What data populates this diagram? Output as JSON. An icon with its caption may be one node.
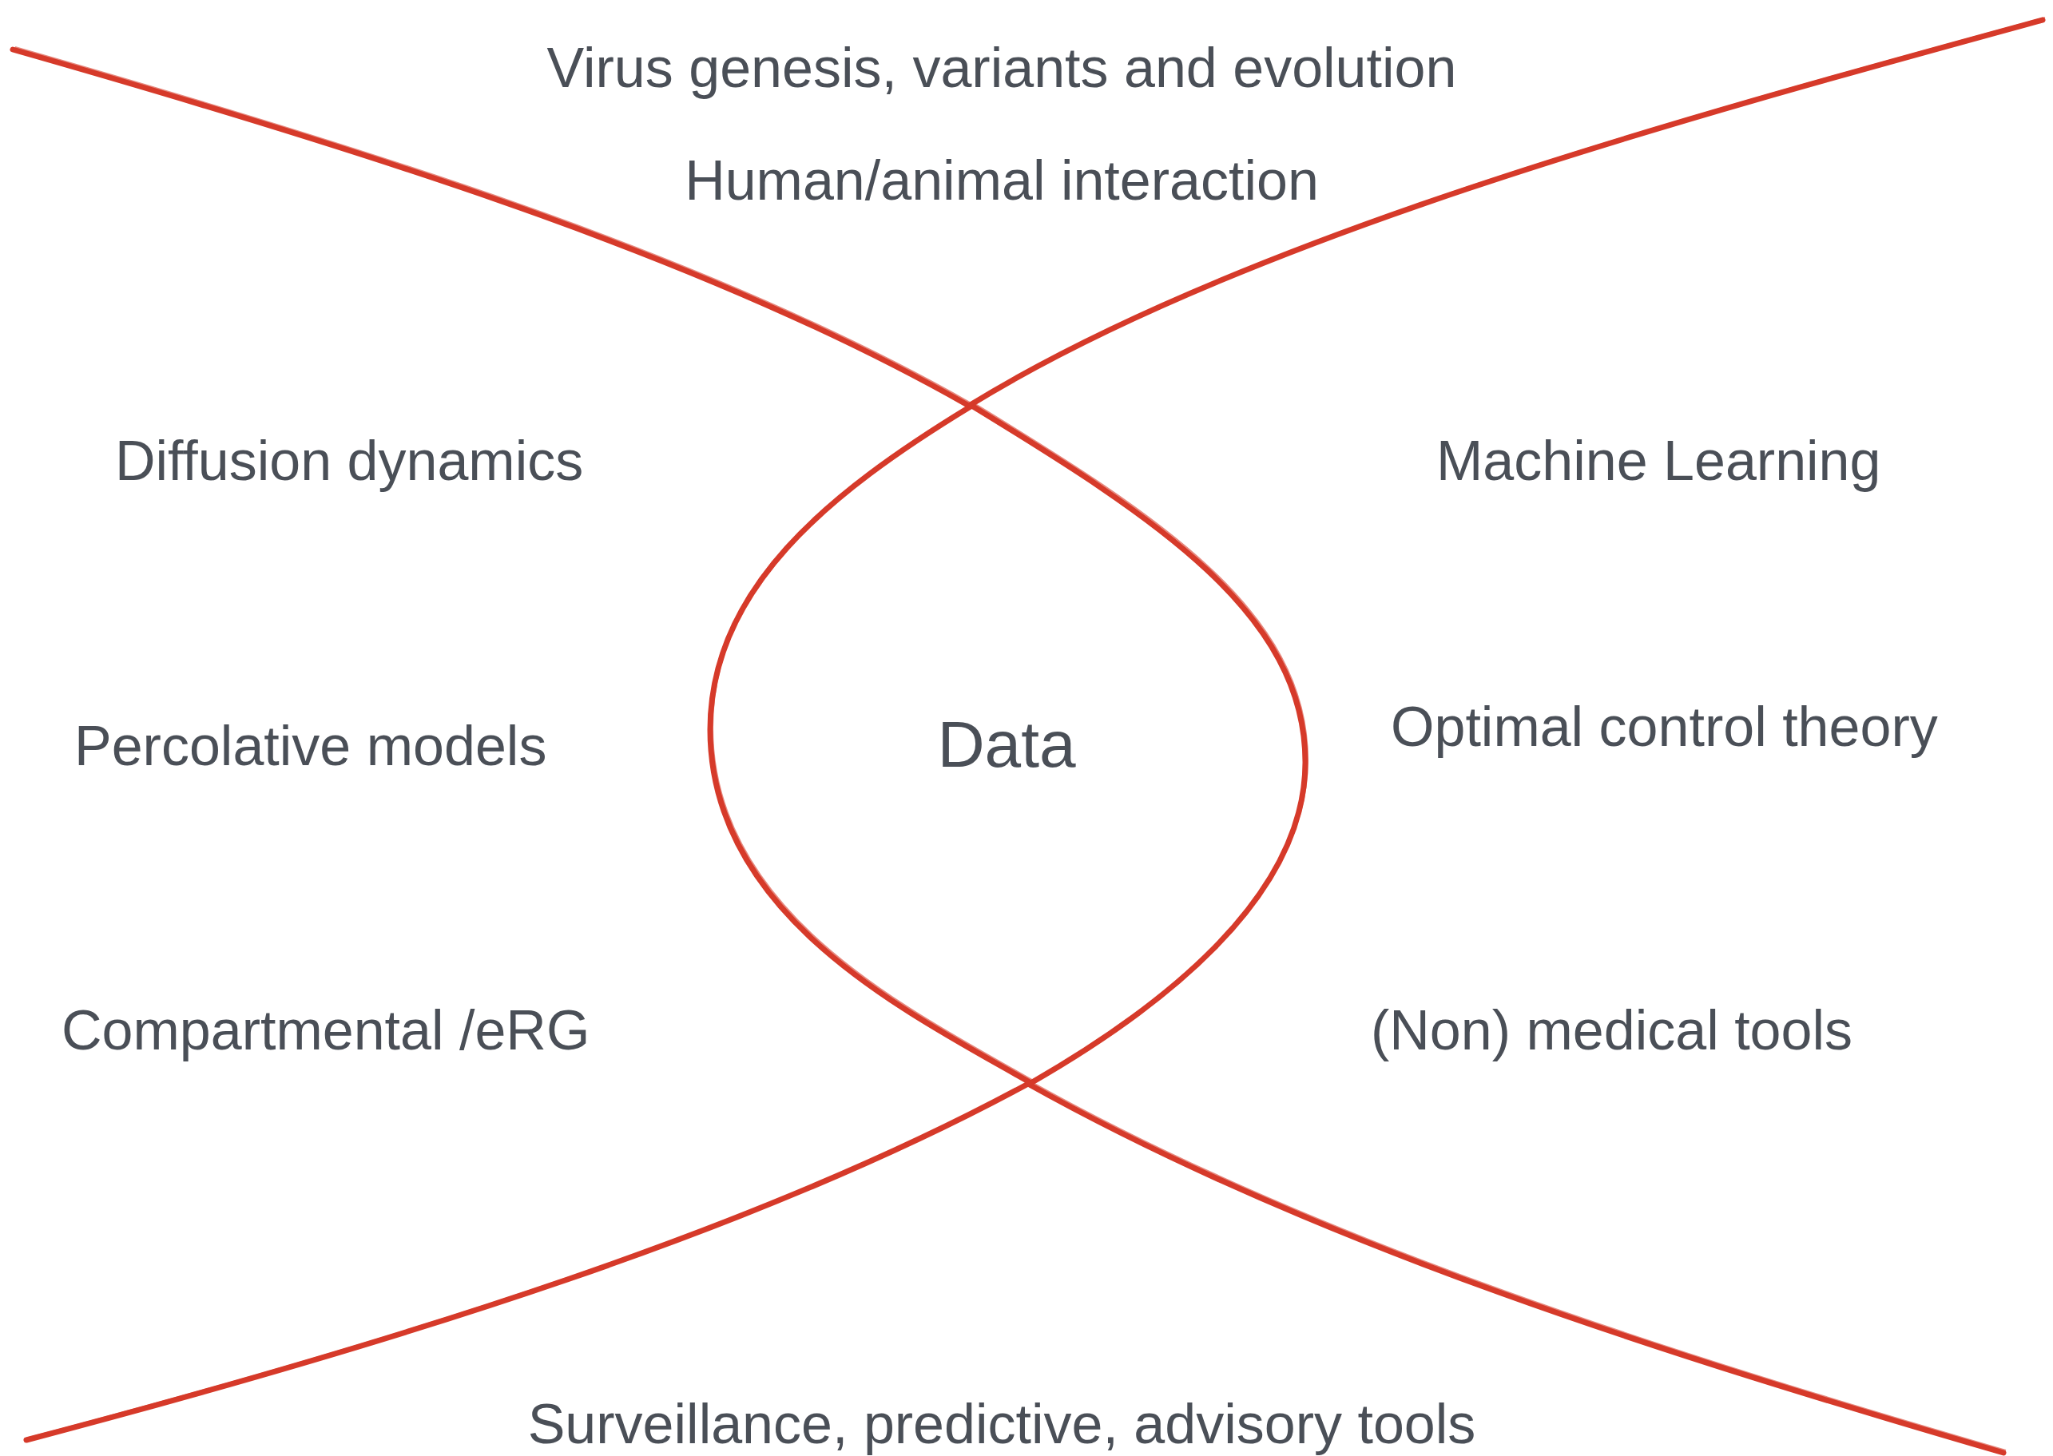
{
  "diagram": {
    "nodes": [
      {
        "text": [
          "Data"
        ]
      }
    ],
    "edges": [],
    "labels": [
      "Virus genesis, variants and evolution",
      "Human/animal interaction",
      "Diffusion dynamics",
      "Machine Learning",
      "Percolative models",
      "Optimal control theory",
      "Compartmental /eRG",
      "(Non) medical tools",
      "Surveillance, predictive, advisory tools"
    ]
  }
}
